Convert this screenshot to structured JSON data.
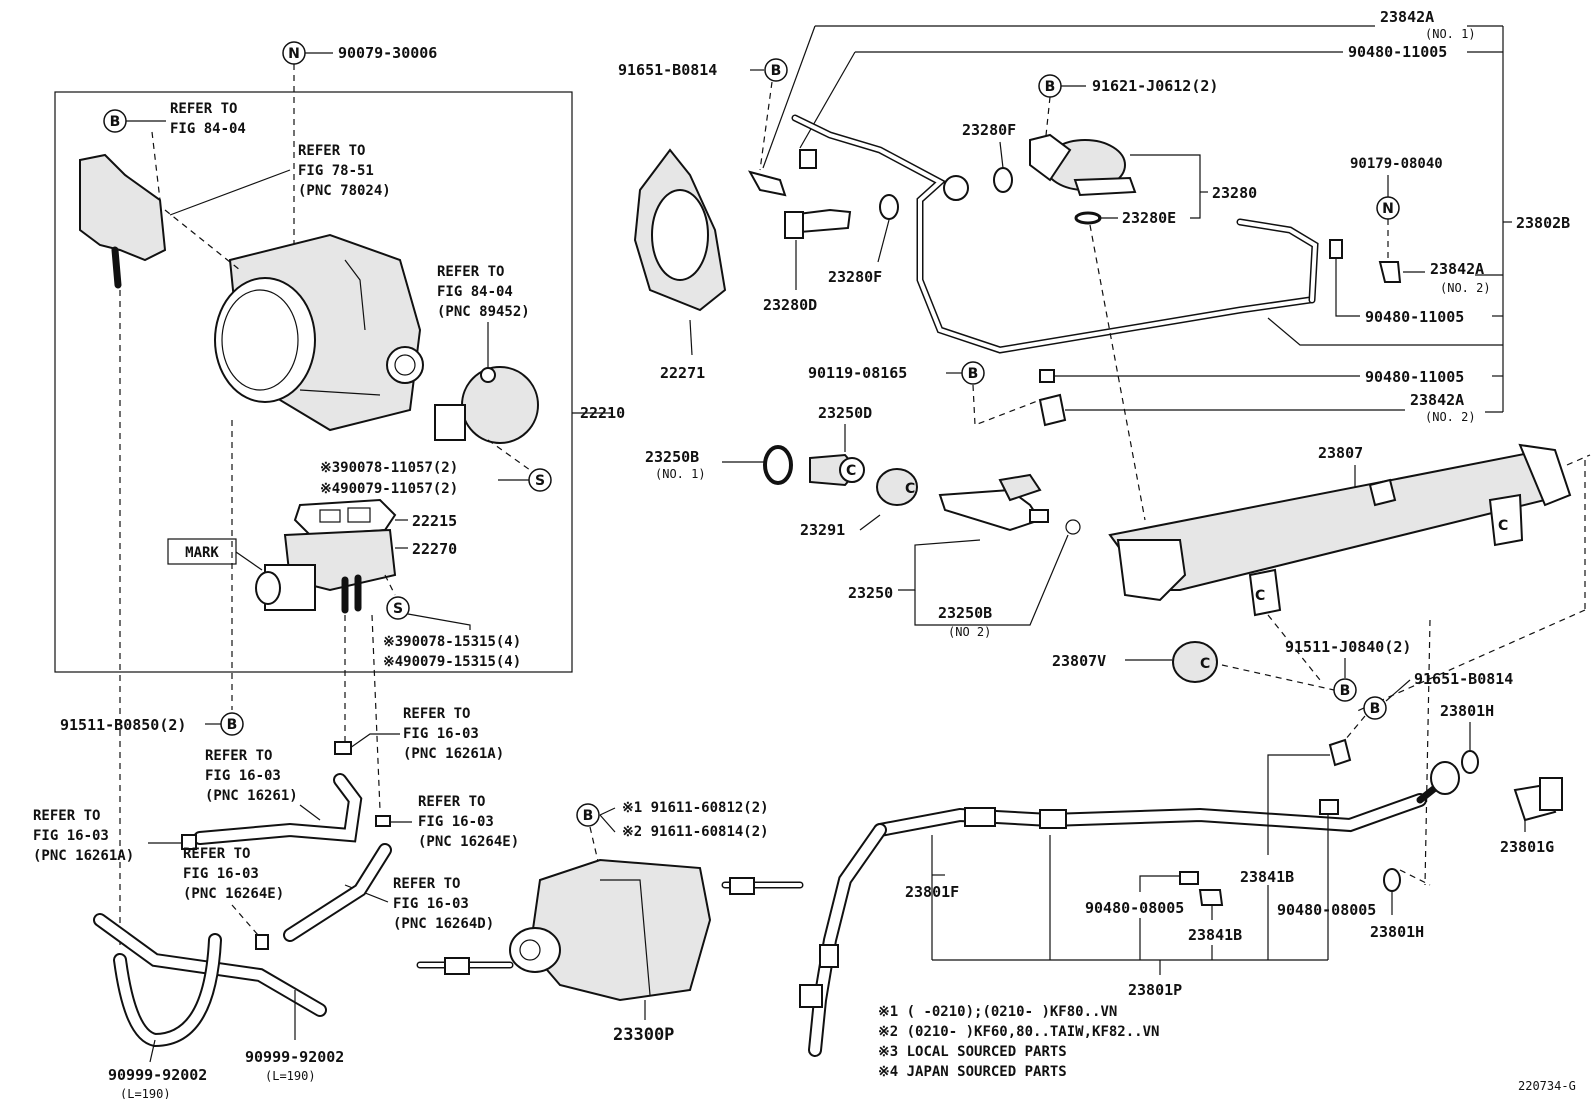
{
  "labels": {
    "p90079_30006": "90079-30006",
    "refer_fig84_a1": "REFER TO",
    "refer_fig84_a2": "FIG 84-04",
    "refer_fig78_1": "REFER TO",
    "refer_fig78_2": "FIG 78-51",
    "refer_fig78_3": "(PNC 78024)",
    "refer_fig84_b1": "REFER TO",
    "refer_fig84_b2": "FIG 84-04",
    "refer_fig84_b3": "(PNC 89452)",
    "p22210": "22210",
    "p390078_11057": "※390078-11057(2)",
    "p490079_11057": "※490079-11057(2)",
    "p22215": "22215",
    "p22270": "22270",
    "mark": "MARK",
    "p390078_15315": "※390078-15315(4)",
    "p490079_15315": "※490079-15315(4)",
    "p91511_B0850": "91511-B0850(2)",
    "ref16_a1": "REFER TO",
    "ref16_a2": "FIG 16-03",
    "ref16_a3": "(PNC 16261A)",
    "ref16_b1": "REFER TO",
    "ref16_b2": "FIG 16-03",
    "ref16_b3": "(PNC 16261)",
    "ref16_c1": "REFER TO",
    "ref16_c2": "FIG 16-03",
    "ref16_c3": "(PNC 16264E)",
    "ref16_d1": "REFER TO",
    "ref16_d2": "FIG 16-03",
    "ref16_d3": "(PNC 16261A)",
    "ref16_e1": "REFER TO",
    "ref16_e2": "FIG 16-03",
    "ref16_e3": "(PNC 16264E)",
    "ref16_f1": "REFER TO",
    "ref16_f2": "FIG 16-03",
    "ref16_f3": "(PNC 16264D)",
    "p90999_92002_a": "90999-92002",
    "len190_a": "(L=190)",
    "p90999_92002_b": "90999-92002",
    "len190_b": "(L=190)",
    "p91651_B0814_a": "91651-B0814",
    "p22271": "22271",
    "p23280F_a": "23280F",
    "p91621_J0612": "91621-J0612(2)",
    "p23280": "23280",
    "p23280E": "23280E",
    "p23280D": "23280D",
    "p23280F_b": "23280F",
    "p90119_08165": "90119-08165",
    "p23842A_a": "23842A",
    "no1_a": "(NO. 1)",
    "p90480_11005_a": "90480-11005",
    "p23802B": "23802B",
    "p90179_08040": "90179-08040",
    "p23842A_b": "23842A",
    "no2_b": "(NO. 2)",
    "p90480_11005_b": "90480-11005",
    "p90480_11005_c": "90480-11005",
    "p23842A_c": "23842A",
    "no2_c": "(NO. 2)",
    "p23250D": "23250D",
    "p23250B_a": "23250B",
    "no1_b": "(NO. 1)",
    "p23291": "23291",
    "p23250": "23250",
    "p23250B_b": "23250B",
    "no2_d": "(NO 2)",
    "p23807": "23807",
    "p23807V": "23807V",
    "p91511_J0840": "91511-J0840(2)",
    "p91651_B0814_b": "91651-B0814",
    "p23801H_a": "23801H",
    "p23801G": "23801G",
    "p23801H_b": "23801H",
    "p23841B_a": "23841B",
    "p90480_08005_a": "90480-08005",
    "p90480_08005_b": "90480-08005",
    "p23841B_b": "23841B",
    "p23801F": "23801F",
    "p23801P": "23801P",
    "note1": "※1 91611-60812(2)",
    "note2": "※2 91611-60814(2)",
    "p23300P": "23300P",
    "foot1": "※1 (     -0210);(0210-     )KF80..VN",
    "foot2": "※2 (0210-     )KF60,80..TAIW,KF82..VN",
    "foot3": "※3 LOCAL SOURCED PARTS",
    "foot4": "※4 JAPAN SOURCED PARTS",
    "fig_id": "220734-G"
  },
  "callouts": {
    "N": "N",
    "B": "B",
    "S": "S",
    "C": "C"
  }
}
